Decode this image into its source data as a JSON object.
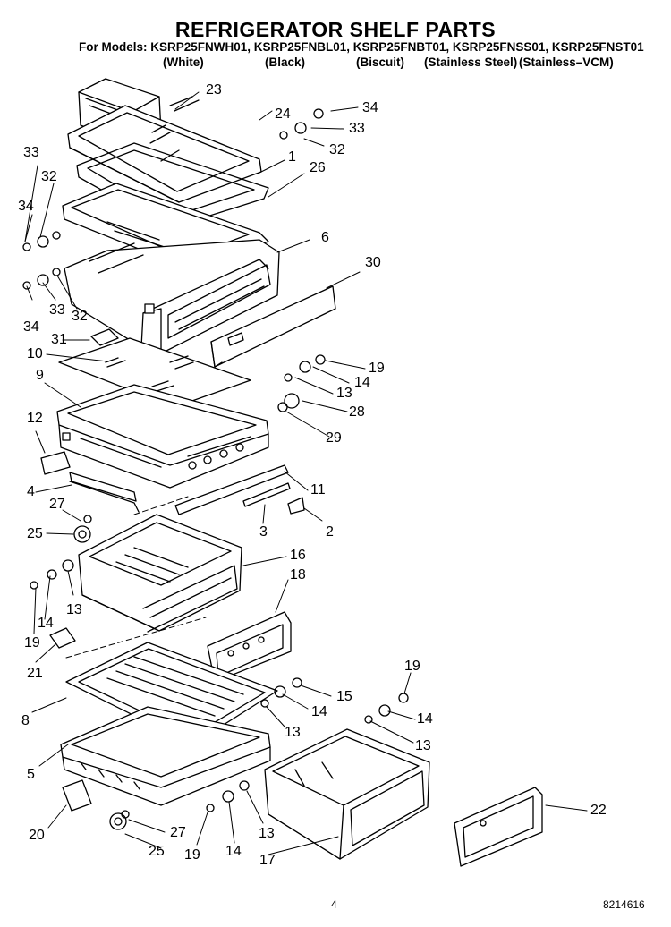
{
  "header": {
    "title": "REFRIGERATOR SHELF PARTS",
    "models_line": "For Models: KSRP25FNWH01, KSRP25FNBL01, KSRP25FNBT01, KSRP25FNSS01, KSRP25FNST01",
    "variants": [
      "(White)",
      "(Black)",
      "(Biscuit)",
      "(Stainless Steel)",
      "(Stainless–VCM)"
    ]
  },
  "callouts": {
    "c23": "23",
    "c24": "24",
    "c34a": "34",
    "c33a": "33",
    "c32a": "32",
    "c1": "1",
    "c26": "26",
    "c33b": "33",
    "c32b": "32",
    "c34b": "34",
    "c6": "6",
    "c30": "30",
    "c34c": "34",
    "c33c": "33",
    "c32c": "32",
    "c31": "31",
    "c10": "10",
    "c9": "9",
    "c19a": "19",
    "c14a": "14",
    "c13a": "13",
    "c28": "28",
    "c29": "29",
    "c12": "12",
    "c4": "4",
    "c11": "11",
    "c27a": "27",
    "c25a": "25",
    "c3": "3",
    "c2": "2",
    "c16": "16",
    "c18": "18",
    "c14b": "14",
    "c13b": "13",
    "c19b": "19",
    "c21": "21",
    "c19c": "19",
    "c8": "8",
    "c15": "15",
    "c14c": "14",
    "c13c": "13",
    "c14d": "14",
    "c13d": "13",
    "c5": "5",
    "c22": "22",
    "c20": "20",
    "c27b": "27",
    "c25b": "25",
    "c19d": "19",
    "c14e": "14",
    "c13e": "13",
    "c17": "17"
  },
  "footer": {
    "page_number": "4",
    "doc_number": "8214616"
  }
}
